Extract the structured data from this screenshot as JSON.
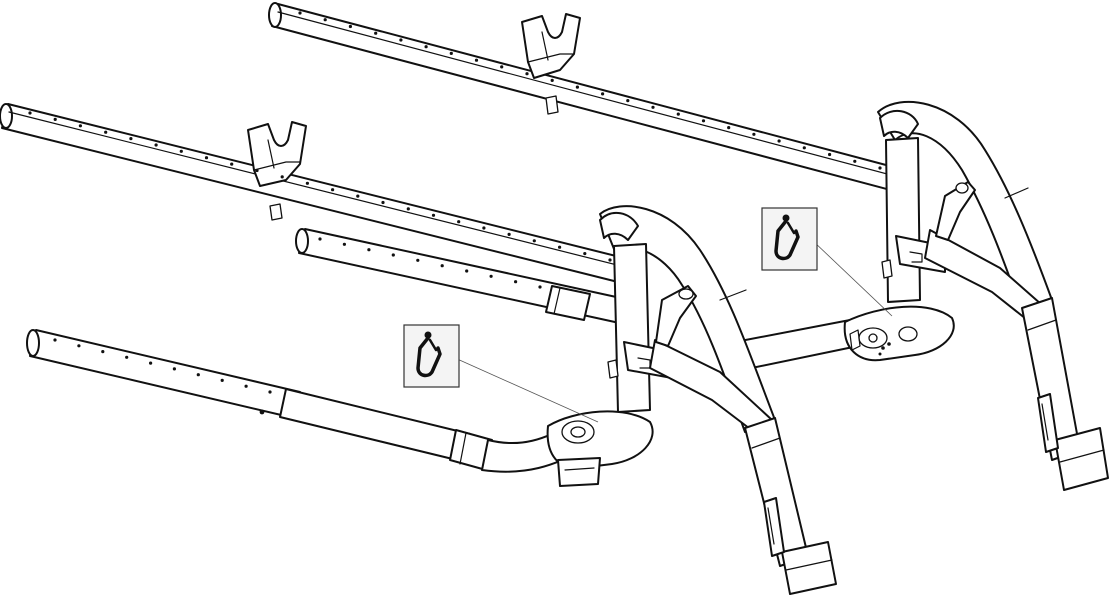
{
  "figure": {
    "kind": "exploded-assembly-line-drawing",
    "callouts": [
      {
        "id": "callout-left",
        "icon": "cotter-pin-icon"
      },
      {
        "id": "callout-right",
        "icon": "cotter-pin-icon"
      }
    ],
    "colors": {
      "line": "#111111",
      "background": "#ffffff",
      "callout_box": "#f4f4f4"
    }
  }
}
